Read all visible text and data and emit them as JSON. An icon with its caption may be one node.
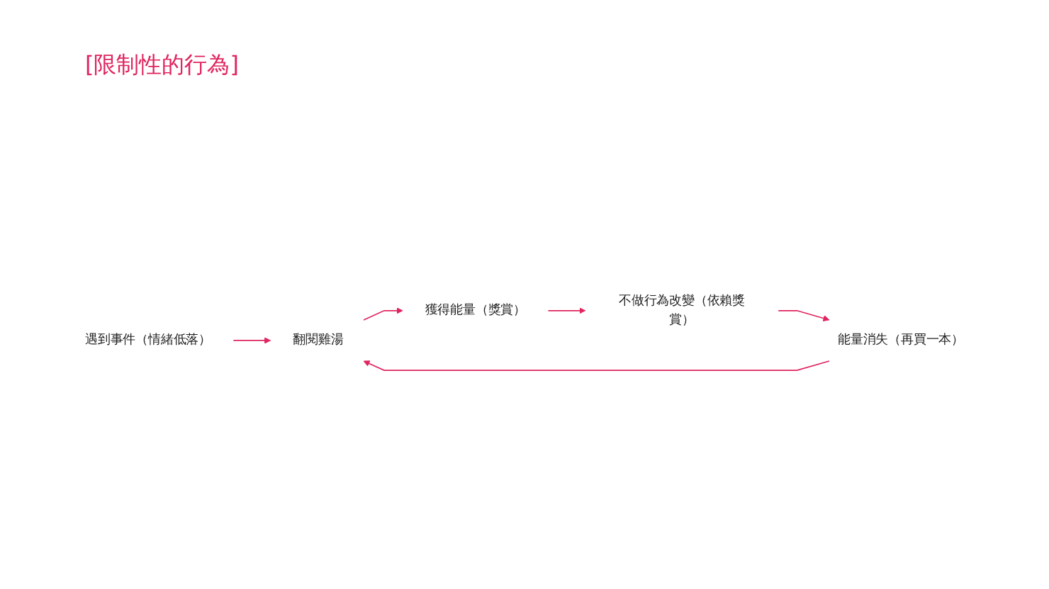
{
  "diagram": {
    "nodes": [
      {
        "text": [
          "遇到事件（情緒低落）"
        ]
      },
      {
        "text": [
          "翻閱雞湯"
        ]
      },
      {
        "text": [
          "能量消失（再買一本）"
        ]
      },
      {
        "text": [
          "不做行為改變（依賴獎賞）"
        ]
      },
      {
        "text": [
          "獲得能量（獎賞）"
        ]
      }
    ],
    "edges": [
      {
        "from": 0,
        "to": 1,
        "arrow": "to"
      },
      {
        "from": 1,
        "to": 4,
        "arrow": "to"
      },
      {
        "from": 4,
        "to": 3,
        "arrow": "to"
      },
      {
        "from": 3,
        "to": 2,
        "arrow": "to"
      },
      {
        "from": 2,
        "to": 1,
        "arrow": "to"
      }
    ],
    "labels": [
      "[限制性的行為]"
    ]
  }
}
